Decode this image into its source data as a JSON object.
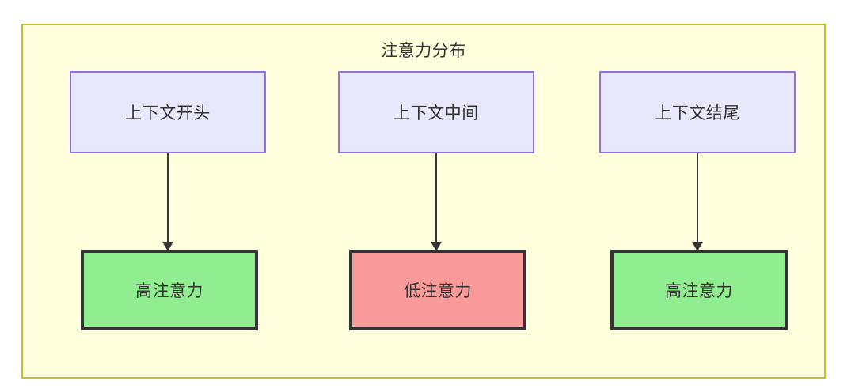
{
  "diagram": {
    "title": "注意力分布",
    "container_bg": "#ffffde",
    "container_border": "#bfbf36",
    "segment_nodes": [
      {
        "id": "context-start",
        "label": "上下文开头",
        "fill": "#e8e8fd",
        "stroke": "#9370db"
      },
      {
        "id": "context-middle",
        "label": "上下文中间",
        "fill": "#e8e8fd",
        "stroke": "#9370db"
      },
      {
        "id": "context-end",
        "label": "上下文结尾",
        "fill": "#e8e8fd",
        "stroke": "#9370db"
      }
    ],
    "attention_nodes": [
      {
        "id": "attention-high-start",
        "label": "高注意力",
        "level": "high",
        "fill": "#90ee90",
        "stroke": "#333333"
      },
      {
        "id": "attention-low-middle",
        "label": "低注意力",
        "level": "low",
        "fill": "#fa9a9a",
        "stroke": "#333333"
      },
      {
        "id": "attention-high-end",
        "label": "高注意力",
        "level": "high",
        "fill": "#90ee90",
        "stroke": "#333333"
      }
    ],
    "edges": [
      {
        "from": "context-start",
        "to": "attention-high-start",
        "label": ""
      },
      {
        "from": "context-middle",
        "to": "attention-low-middle",
        "label": ""
      },
      {
        "from": "context-end",
        "to": "attention-high-end",
        "label": ""
      }
    ]
  }
}
